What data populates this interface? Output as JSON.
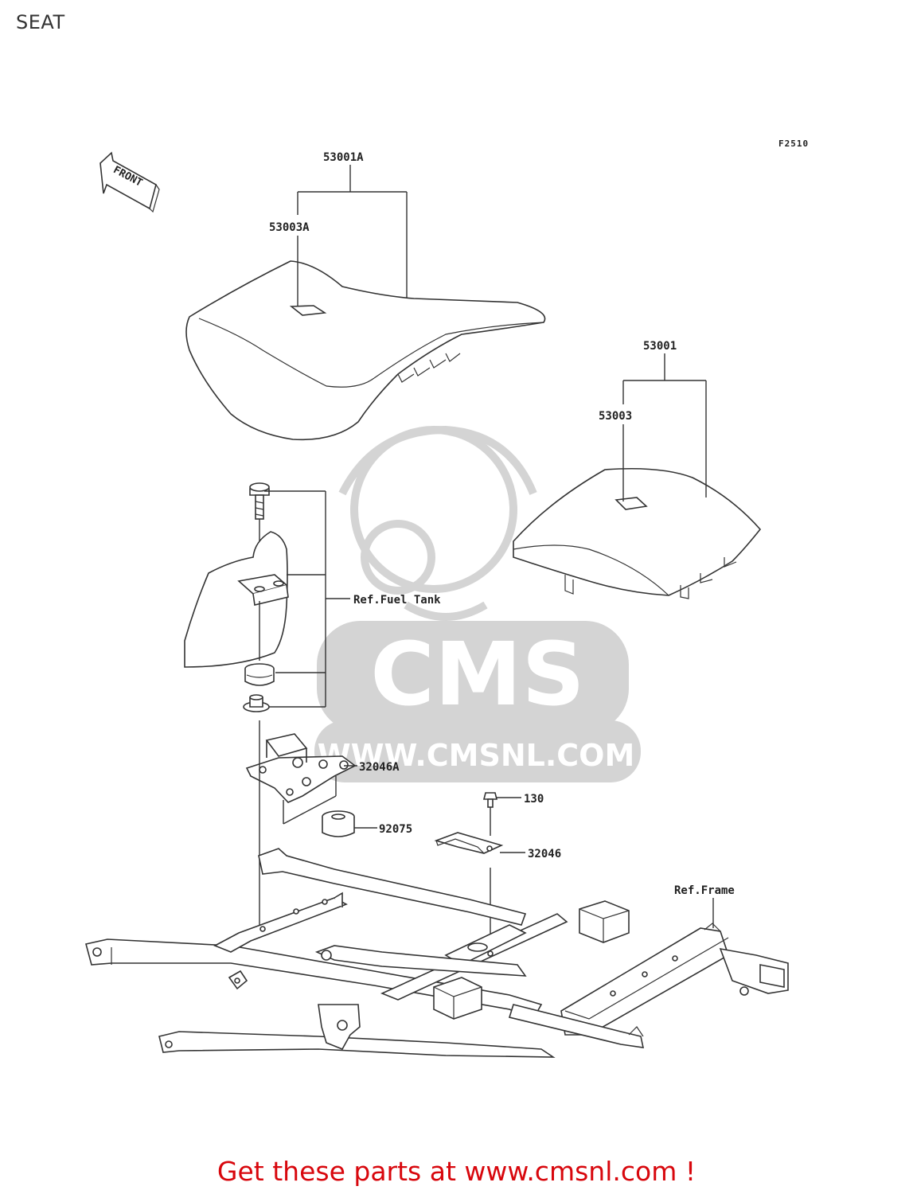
{
  "page": {
    "title": "SEAT",
    "figure_code": "F2510",
    "footer": "Get these parts at www.cmsnl.com !"
  },
  "direction_marker": {
    "label": "FRONT"
  },
  "callouts": {
    "p53001A": "53001A",
    "p53003A": "53003A",
    "p53001": "53001",
    "p53003": "53003",
    "ref_fuel_tank": "Ref.Fuel Tank",
    "p32046A": "32046A",
    "p92075": "92075",
    "p130": "130",
    "p32046": "32046",
    "ref_frame": "Ref.Frame"
  },
  "watermark": {
    "logo": "CMS",
    "url": "WWW.CMSNL.COM"
  }
}
